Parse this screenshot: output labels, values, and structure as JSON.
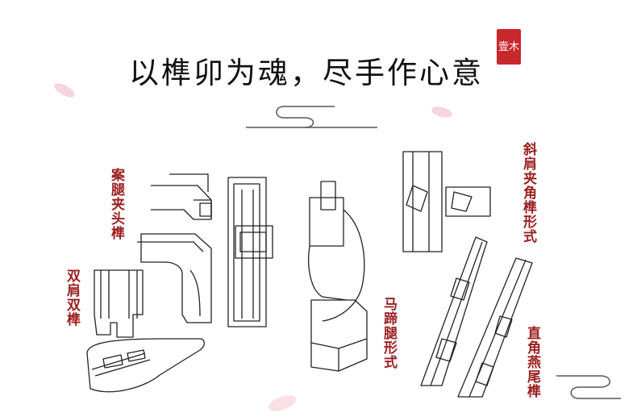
{
  "title": "以榫卯为魂，尽手作心意",
  "seal_text": "壹木",
  "labels": {
    "an_tui": "案腿夹头榫",
    "shuang_jian": "双肩双榫",
    "ma_ti": "马蹄腿形式",
    "xie_jian": "斜肩夹角榫形式",
    "zhi_jiao": "直角燕尾榫"
  },
  "colors": {
    "label": "#9b1f1f",
    "seal": "#c8272d",
    "line": "#222222",
    "petal": "#f6c9d3"
  }
}
